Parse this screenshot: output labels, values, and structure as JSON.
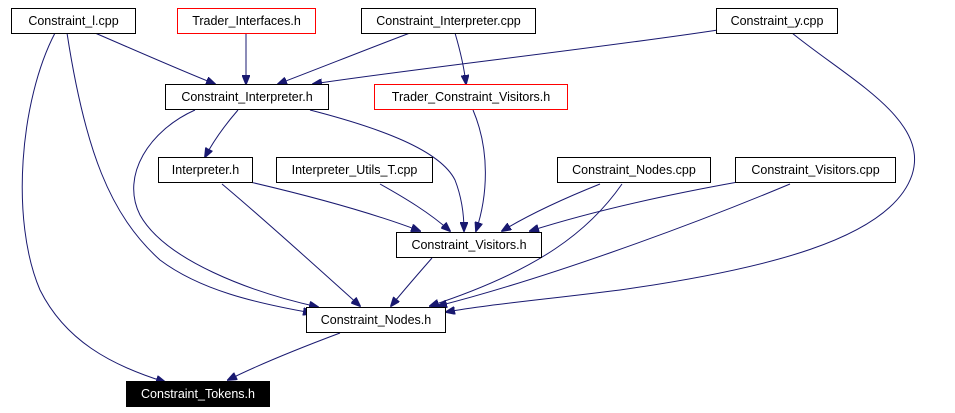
{
  "colors": {
    "edge": "#191970",
    "node_border": "#000000",
    "node_border_external": "#ff0000",
    "focus_fill": "#000000",
    "focus_text": "#ffffff",
    "background": "#ffffff"
  },
  "nodes": {
    "constraint_l_cpp": "Constraint_l.cpp",
    "trader_interfaces_h": "Trader_Interfaces.h",
    "constraint_interpreter_cpp": "Constraint_Interpreter.cpp",
    "constraint_y_cpp": "Constraint_y.cpp",
    "constraint_interpreter_h": "Constraint_Interpreter.h",
    "trader_constraint_visitors_h": "Trader_Constraint_Visitors.h",
    "interpreter_h": "Interpreter.h",
    "interpreter_utils_t_cpp": "Interpreter_Utils_T.cpp",
    "constraint_nodes_cpp": "Constraint_Nodes.cpp",
    "constraint_visitors_cpp": "Constraint_Visitors.cpp",
    "constraint_visitors_h": "Constraint_Visitors.h",
    "constraint_nodes_h": "Constraint_Nodes.h",
    "constraint_tokens_h": "Constraint_Tokens.h"
  },
  "edges": [
    {
      "from": "constraint_l_cpp",
      "to": "constraint_interpreter_h"
    },
    {
      "from": "constraint_l_cpp",
      "to": "constraint_nodes_h"
    },
    {
      "from": "constraint_l_cpp",
      "to": "constraint_tokens_h"
    },
    {
      "from": "trader_interfaces_h",
      "to": "constraint_interpreter_h"
    },
    {
      "from": "constraint_interpreter_cpp",
      "to": "constraint_interpreter_h"
    },
    {
      "from": "constraint_interpreter_cpp",
      "to": "trader_constraint_visitors_h"
    },
    {
      "from": "constraint_y_cpp",
      "to": "constraint_interpreter_h"
    },
    {
      "from": "constraint_y_cpp",
      "to": "constraint_nodes_h"
    },
    {
      "from": "constraint_interpreter_h",
      "to": "interpreter_h"
    },
    {
      "from": "constraint_interpreter_h",
      "to": "constraint_visitors_h"
    },
    {
      "from": "constraint_interpreter_h",
      "to": "constraint_nodes_h"
    },
    {
      "from": "trader_constraint_visitors_h",
      "to": "constraint_visitors_h"
    },
    {
      "from": "interpreter_h",
      "to": "constraint_visitors_h"
    },
    {
      "from": "interpreter_h",
      "to": "constraint_nodes_h"
    },
    {
      "from": "interpreter_utils_t_cpp",
      "to": "constraint_visitors_h"
    },
    {
      "from": "constraint_nodes_cpp",
      "to": "constraint_visitors_h"
    },
    {
      "from": "constraint_nodes_cpp",
      "to": "constraint_nodes_h"
    },
    {
      "from": "constraint_visitors_cpp",
      "to": "constraint_visitors_h"
    },
    {
      "from": "constraint_visitors_cpp",
      "to": "constraint_nodes_h"
    },
    {
      "from": "constraint_visitors_h",
      "to": "constraint_nodes_h"
    },
    {
      "from": "constraint_nodes_h",
      "to": "constraint_tokens_h"
    }
  ]
}
